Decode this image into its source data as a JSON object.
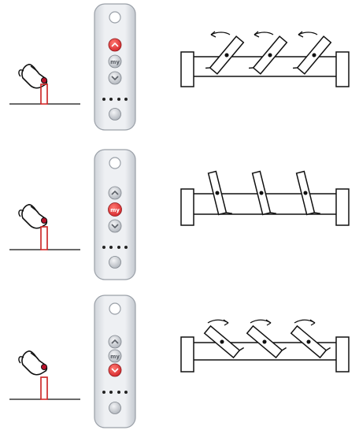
{
  "remote": {
    "my_label": "my"
  },
  "colors": {
    "remote_body": "#e4e6ea",
    "remote_edge": "#9aa0a8",
    "button": "#c9ccd1",
    "button_active": "#e2383b",
    "signal": "#d62b2b",
    "line": "#111111",
    "fingertip": "#b8122a"
  },
  "icons": {
    "press": "pointing-hand-icon",
    "rotation": "curved-arrow-icon",
    "up": "chevron-up-icon",
    "down": "chevron-down-icon"
  },
  "steps": [
    {
      "pressed_button": "up",
      "slat_state": "tilted-up",
      "rotation_arrow": "counter-clockwise"
    },
    {
      "pressed_button": "my",
      "slat_state": "vertical",
      "rotation_arrow": "none"
    },
    {
      "pressed_button": "down",
      "slat_state": "tilted-down",
      "rotation_arrow": "clockwise"
    }
  ]
}
